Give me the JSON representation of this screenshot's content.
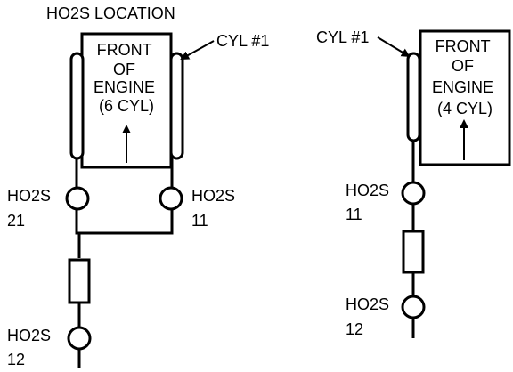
{
  "title": "HO2S LOCATION",
  "six_cyl": {
    "engine_label": [
      "FRONT",
      "OF",
      "ENGINE",
      "(6 CYL)"
    ],
    "cyl1_label": "CYL #1",
    "sensor_21": {
      "name": "HO2S",
      "number": "21"
    },
    "sensor_11": {
      "name": "HO2S",
      "number": "11"
    },
    "sensor_12": {
      "name": "HO2S",
      "number": "12"
    }
  },
  "four_cyl": {
    "engine_label": [
      "FRONT",
      "OF",
      "ENGINE",
      "(4 CYL)"
    ],
    "cyl1_label": "CYL #1",
    "sensor_11": {
      "name": "HO2S",
      "number": "11"
    },
    "sensor_12": {
      "name": "HO2S",
      "number": "12"
    }
  }
}
